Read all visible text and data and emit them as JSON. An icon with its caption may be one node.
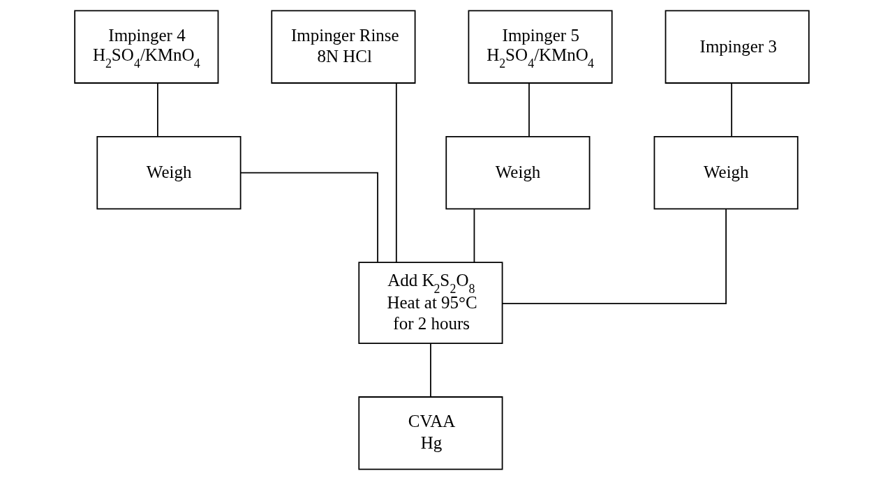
{
  "diagram": {
    "nodes": [
      {
        "text": [
          "Impinger 4",
          "H$_{2}$SO$_{4}$/KMnO$_{4}$"
        ]
      },
      {
        "text": [
          "Impinger 5",
          "H$_{2}$SO$_{4}$/KMnO$_{4}$"
        ]
      },
      {
        "text": [
          "Impinger 3"
        ]
      },
      {
        "text": [
          "Impinger Rinse",
          "8N HCl"
        ]
      },
      {
        "text": [
          "Weigh"
        ]
      },
      {
        "text": [
          "Weigh"
        ]
      },
      {
        "text": [
          "Weigh"
        ]
      },
      {
        "text": [
          "Add K$_{2}$S$_{2}$O$_{8}$",
          "Heat at 95°C",
          "for 2 hours"
        ]
      },
      {
        "text": [
          "CVAA",
          "Hg"
        ]
      }
    ],
    "edges": [
      {
        "from": 0,
        "to": 4,
        "arrow": "none"
      },
      {
        "from": 1,
        "to": 5,
        "arrow": "none"
      },
      {
        "from": 2,
        "to": 6,
        "arrow": "none"
      },
      {
        "from": 4,
        "to": 7,
        "arrow": "none"
      },
      {
        "from": 5,
        "to": 7,
        "arrow": "none"
      },
      {
        "from": 6,
        "to": 7,
        "arrow": "none"
      },
      {
        "from": 3,
        "to": 7,
        "arrow": "none"
      },
      {
        "from": 7,
        "to": 8,
        "arrow": "none"
      }
    ]
  }
}
